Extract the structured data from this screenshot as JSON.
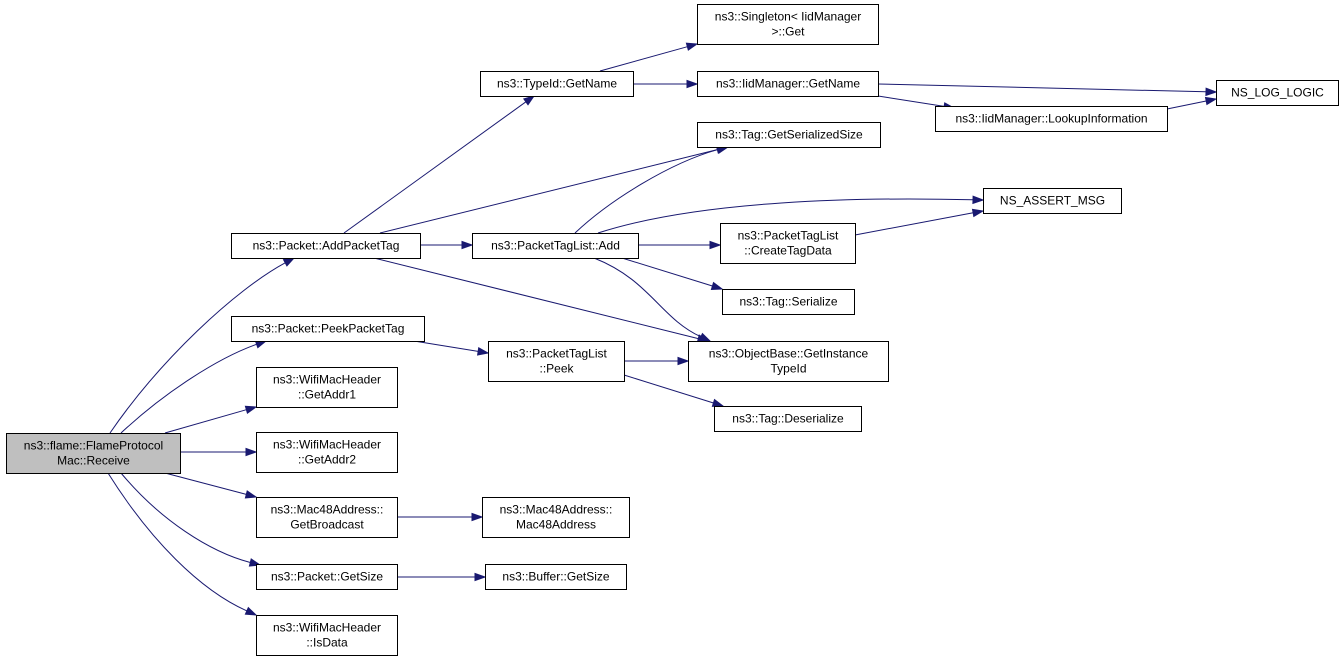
{
  "nodes": [
    {
      "id": "receive",
      "lines": [
        "ns3::flame::FlameProtocol",
        "Mac::Receive"
      ],
      "root": true
    },
    {
      "id": "addPacketTag",
      "lines": [
        "ns3::Packet::AddPacketTag"
      ]
    },
    {
      "id": "peekPacketTag",
      "lines": [
        "ns3::Packet::PeekPacketTag"
      ]
    },
    {
      "id": "getAddr1",
      "lines": [
        "ns3::WifiMacHeader",
        "::GetAddr1"
      ]
    },
    {
      "id": "getAddr2",
      "lines": [
        "ns3::WifiMacHeader",
        "::GetAddr2"
      ]
    },
    {
      "id": "getBroadcast",
      "lines": [
        "ns3::Mac48Address::",
        "GetBroadcast"
      ]
    },
    {
      "id": "packetGetSize",
      "lines": [
        "ns3::Packet::GetSize"
      ]
    },
    {
      "id": "isData",
      "lines": [
        "ns3::WifiMacHeader",
        "::IsData"
      ]
    },
    {
      "id": "typeIdGetName",
      "lines": [
        "ns3::TypeId::GetName"
      ]
    },
    {
      "id": "ptlAdd",
      "lines": [
        "ns3::PacketTagList::Add"
      ]
    },
    {
      "id": "ptlPeek",
      "lines": [
        "ns3::PacketTagList",
        "::Peek"
      ]
    },
    {
      "id": "mac48Ctor",
      "lines": [
        "ns3::Mac48Address::",
        "Mac48Address"
      ]
    },
    {
      "id": "bufferGetSize",
      "lines": [
        "ns3::Buffer::GetSize"
      ]
    },
    {
      "id": "singletonGet",
      "lines": [
        "ns3::Singleton< IidManager",
        " >::Get"
      ]
    },
    {
      "id": "iidGetName",
      "lines": [
        "ns3::IidManager::GetName"
      ]
    },
    {
      "id": "tagGetSerializedSize",
      "lines": [
        "ns3::Tag::GetSerializedSize"
      ]
    },
    {
      "id": "createTagData",
      "lines": [
        "ns3::PacketTagList",
        "::CreateTagData"
      ]
    },
    {
      "id": "tagSerialize",
      "lines": [
        "ns3::Tag::Serialize"
      ]
    },
    {
      "id": "getInstanceTypeId",
      "lines": [
        "ns3::ObjectBase::GetInstance",
        "TypeId"
      ]
    },
    {
      "id": "tagDeserialize",
      "lines": [
        "ns3::Tag::Deserialize"
      ]
    },
    {
      "id": "lookupInformation",
      "lines": [
        "ns3::IidManager::LookupInformation"
      ]
    },
    {
      "id": "nsLogLogic",
      "lines": [
        "NS_LOG_LOGIC"
      ]
    },
    {
      "id": "nsAssertMsg",
      "lines": [
        "NS_ASSERT_MSG"
      ]
    }
  ],
  "edges": [
    {
      "from": "receive",
      "to": "addPacketTag"
    },
    {
      "from": "receive",
      "to": "peekPacketTag"
    },
    {
      "from": "receive",
      "to": "getAddr1"
    },
    {
      "from": "receive",
      "to": "getAddr2"
    },
    {
      "from": "receive",
      "to": "getBroadcast"
    },
    {
      "from": "receive",
      "to": "packetGetSize"
    },
    {
      "from": "receive",
      "to": "isData"
    },
    {
      "from": "addPacketTag",
      "to": "typeIdGetName"
    },
    {
      "from": "addPacketTag",
      "to": "tagGetSerializedSize"
    },
    {
      "from": "addPacketTag",
      "to": "ptlAdd"
    },
    {
      "from": "addPacketTag",
      "to": "getInstanceTypeId"
    },
    {
      "from": "peekPacketTag",
      "to": "ptlPeek"
    },
    {
      "from": "getBroadcast",
      "to": "mac48Ctor"
    },
    {
      "from": "packetGetSize",
      "to": "bufferGetSize"
    },
    {
      "from": "typeIdGetName",
      "to": "singletonGet"
    },
    {
      "from": "typeIdGetName",
      "to": "iidGetName"
    },
    {
      "from": "iidGetName",
      "to": "nsLogLogic"
    },
    {
      "from": "iidGetName",
      "to": "lookupInformation"
    },
    {
      "from": "lookupInformation",
      "to": "nsLogLogic"
    },
    {
      "from": "ptlAdd",
      "to": "tagGetSerializedSize"
    },
    {
      "from": "ptlAdd",
      "to": "nsAssertMsg"
    },
    {
      "from": "ptlAdd",
      "to": "createTagData"
    },
    {
      "from": "ptlAdd",
      "to": "tagSerialize"
    },
    {
      "from": "ptlAdd",
      "to": "getInstanceTypeId"
    },
    {
      "from": "createTagData",
      "to": "nsAssertMsg"
    },
    {
      "from": "ptlPeek",
      "to": "getInstanceTypeId"
    },
    {
      "from": "ptlPeek",
      "to": "tagDeserialize"
    }
  ]
}
